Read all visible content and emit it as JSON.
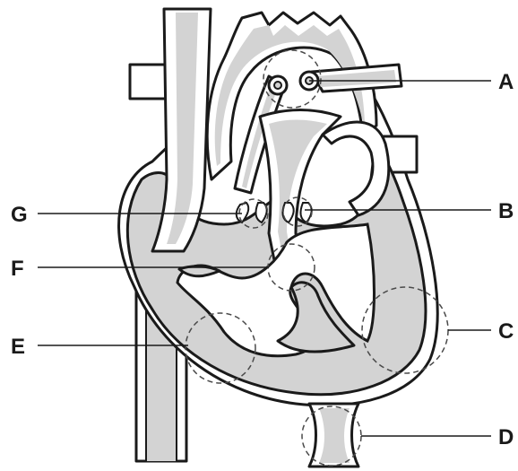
{
  "labels": {
    "A": "A",
    "B": "B",
    "C": "C",
    "D": "D",
    "E": "E",
    "F": "F",
    "G": "G"
  },
  "colors": {
    "outline": "#1a1a1a",
    "blood_fill": "#d3d3d3",
    "background": "#ffffff",
    "highlight_circle": "#4a4a4a"
  }
}
